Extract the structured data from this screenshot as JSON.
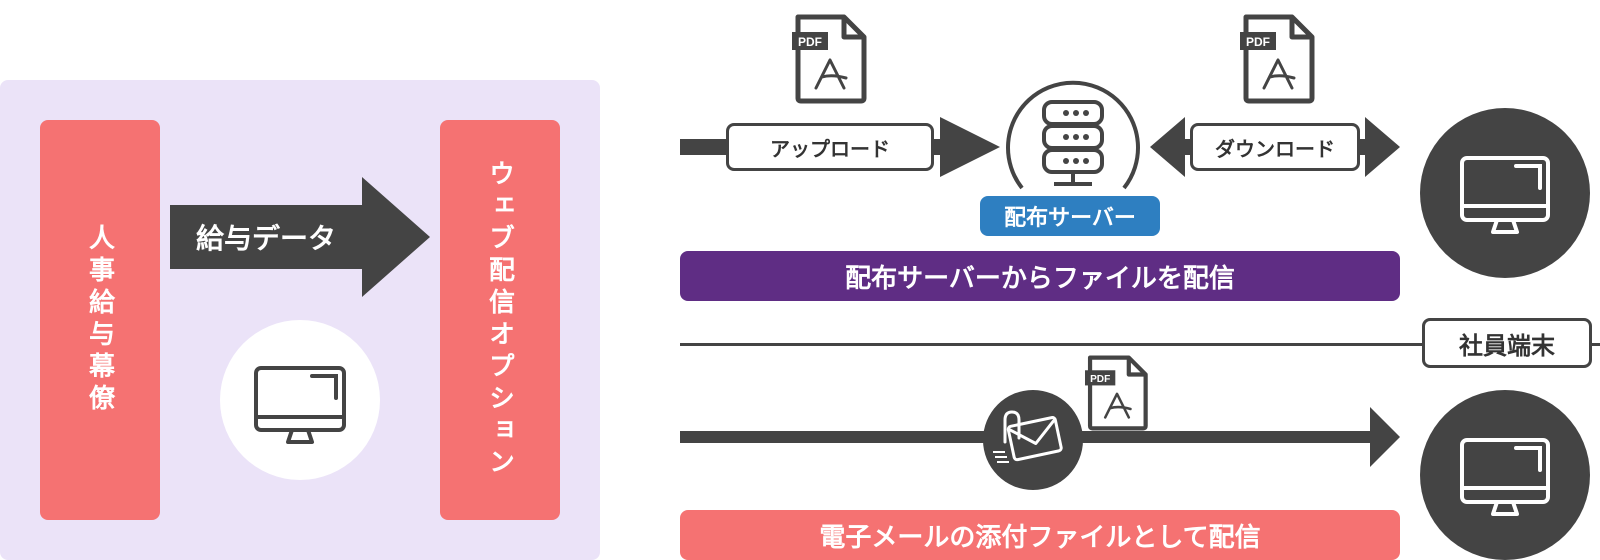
{
  "left": {
    "source_label": "人事給与幕僚",
    "arrow_label": "給与データ",
    "target_label": "ウェブ配信オプション"
  },
  "right": {
    "upload_label": "アップロード",
    "download_label": "ダウンロード",
    "server_label": "配布サーバー",
    "banner_server": "配布サーバーからファイルを配信",
    "terminal_label": "社員端末",
    "banner_email": "電子メールの添付ファイルとして配信",
    "pdf_tag": "PDF"
  },
  "colors": {
    "panel_bg": "#ebe3f8",
    "coral": "#f57272",
    "purple": "#5f2d84",
    "blue_badge": "#2e7fc1",
    "dark": "#444444"
  },
  "icons": [
    "monitor-icon",
    "pdf-file-icon",
    "server-database-icon",
    "email-paperclip-icon"
  ]
}
